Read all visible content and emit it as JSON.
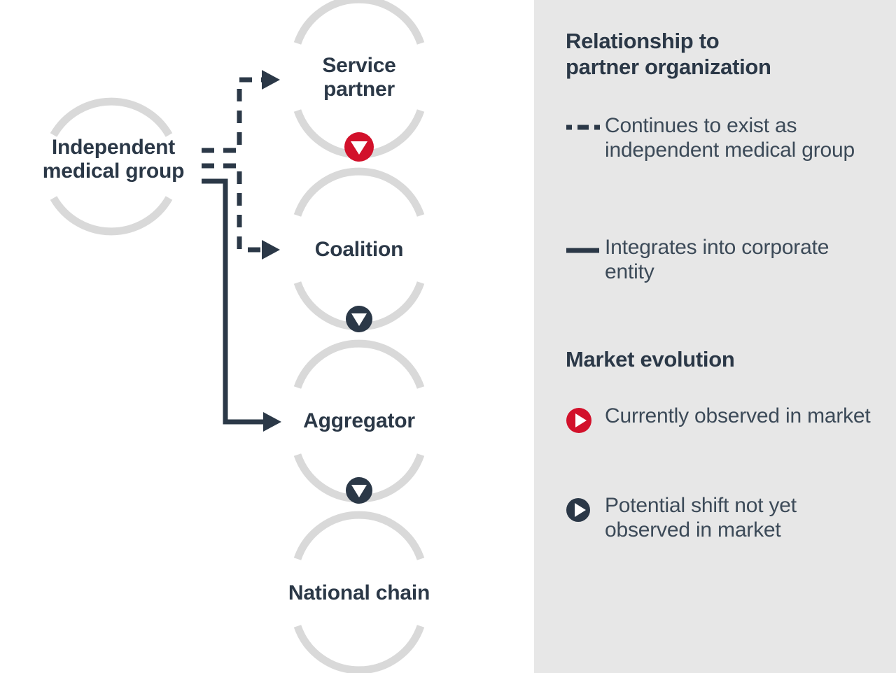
{
  "diagram": {
    "root": {
      "label": "Independent medical group",
      "label_line1": "Independent",
      "label_line2": "medical group"
    },
    "nodes": [
      {
        "id": "service-partner",
        "label": "Service partner",
        "label_line1": "Service",
        "label_line2": "partner",
        "marker": "red-down-triangle-icon",
        "marker_color": "#d2112b",
        "connector": "dashed"
      },
      {
        "id": "coalition",
        "label": "Coalition",
        "label_line1": "Coalition",
        "label_line2": "",
        "marker": "dark-down-triangle-icon",
        "marker_color": "#2b3847",
        "connector": "dashed"
      },
      {
        "id": "aggregator",
        "label": "Aggregator",
        "label_line1": "Aggregator",
        "label_line2": "",
        "marker": "dark-down-triangle-icon",
        "marker_color": "#2b3847",
        "connector": "solid"
      },
      {
        "id": "national-chain",
        "label": "National chain",
        "label_line1": "National chain",
        "label_line2": "",
        "marker": "",
        "marker_color": "",
        "connector": ""
      }
    ]
  },
  "legend": {
    "sections": [
      {
        "id": "relationship",
        "heading_line1": "Relationship to",
        "heading_line2": "partner organization",
        "heading": "Relationship to partner organization",
        "items": [
          {
            "id": "continues-independent",
            "marker": "dashed-line-icon",
            "text": "Continues to exist as independent medical group"
          },
          {
            "id": "integrates-corporate",
            "marker": "solid-line-icon",
            "text": "Integrates into corporate entity"
          }
        ]
      },
      {
        "id": "market-evolution",
        "heading_line1": "Market evolution",
        "heading_line2": "",
        "heading": "Market evolution",
        "items": [
          {
            "id": "currently-observed",
            "marker": "red-play-icon",
            "text": "Currently observed in market"
          },
          {
            "id": "potential-shift",
            "marker": "dark-play-icon",
            "text": "Potential shift not yet observed in market"
          }
        ]
      }
    ]
  },
  "colors": {
    "accent_red": "#d2112b",
    "dark_navy": "#2b3847",
    "text_grey": "#3c4a58",
    "ring_grey": "#d9d9d9",
    "panel_bg": "#e7e7e7",
    "canvas_bg": "#ffffff"
  }
}
